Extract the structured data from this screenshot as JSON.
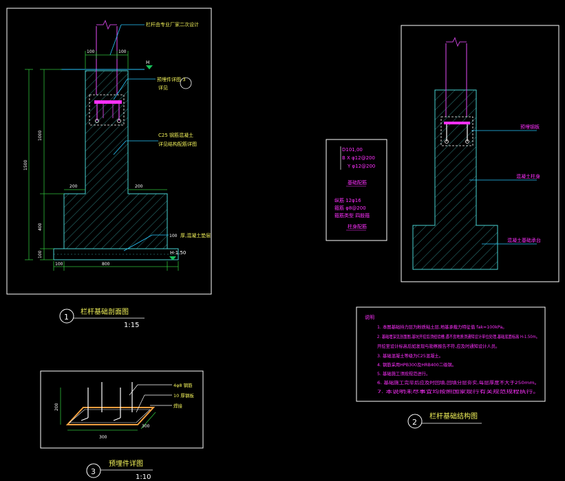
{
  "colors": {
    "background": "#000000",
    "frame": "#ffffff",
    "concrete": "#48d2d2",
    "dimension": "#2fbf3a",
    "leader": "#28c8ff",
    "rail": "#c040d0",
    "text_note": "#ff30ff",
    "text_label": "#f2f25a",
    "symbol": "#17c05a"
  },
  "drawing1": {
    "number": "1",
    "title": "栏杆基础剖面图",
    "scale": "1:15",
    "callouts": {
      "railing": "栏杆由专业厂家二次设计",
      "embed": "预埋件详图 3",
      "embed_sub": "详见",
      "concrete_grade": "C25 钢筋混凝土",
      "concrete_sub": "详见结构配筋详图",
      "bedding": "厚,混凝土垫层",
      "bedding_thk": "100"
    },
    "dims": {
      "top_left": "100",
      "top_right": "100",
      "stem_height": "1000",
      "base_height": "400",
      "pad_height": "100",
      "overall_height": "1500",
      "step_left": "200",
      "step_right": "200",
      "bottom_offset": "100",
      "bottom_width": "800"
    },
    "levels": {
      "top": "H",
      "bottom": "H-1.50"
    }
  },
  "rebar_legend": {
    "lines": [
      "D101,00",
      "B X  φ12@200",
      "Y  φ12@200"
    ],
    "caption_top": "基础配筋",
    "lines_lower": [
      "纵筋 12φ16",
      "箍筋 φ8@200",
      "箍筋类型 四肢箍"
    ],
    "caption_bottom": "柱身配筋"
  },
  "drawing2": {
    "number": "2",
    "title": "栏杆基础结构图",
    "labels": {
      "embed": "预埋钢板",
      "stem": "混凝土柱身",
      "base": "混凝土基础承台"
    }
  },
  "notes": {
    "heading": "说明",
    "items": [
      "1. 本图基础持力层为粉质粘土层,地基承载力特征值 fak=100kPa。",
      "2. 基础埋深见剖面图,基坑开挖后须经验槽,遇不良地质须通知设计单位处理,基础底面标高 H-1.50m。",
      "   开挖至设计标高后如发现与勘察报告不符,应及时通知设计人员。",
      "3. 基础混凝土等级为C25混凝土。",
      "4. 钢筋采用HPB300及HRB400二级钢。",
      "5. 基础施工须按规范进行。",
      "6. 基础施工完毕后应及时回填,回填分层夯实,每层厚度不大于250mm。",
      "7. 本说明未尽事宜均按照国家现行有关规范规程执行。"
    ]
  },
  "drawing3": {
    "number": "3",
    "title": "预埋件详图",
    "scale": "1:10",
    "labels": {
      "bars": "4φ8 钢筋",
      "plate": "10 厚钢板",
      "weld": "焊接"
    },
    "dims": {
      "height": "200",
      "width": "300",
      "depth": "300"
    }
  }
}
